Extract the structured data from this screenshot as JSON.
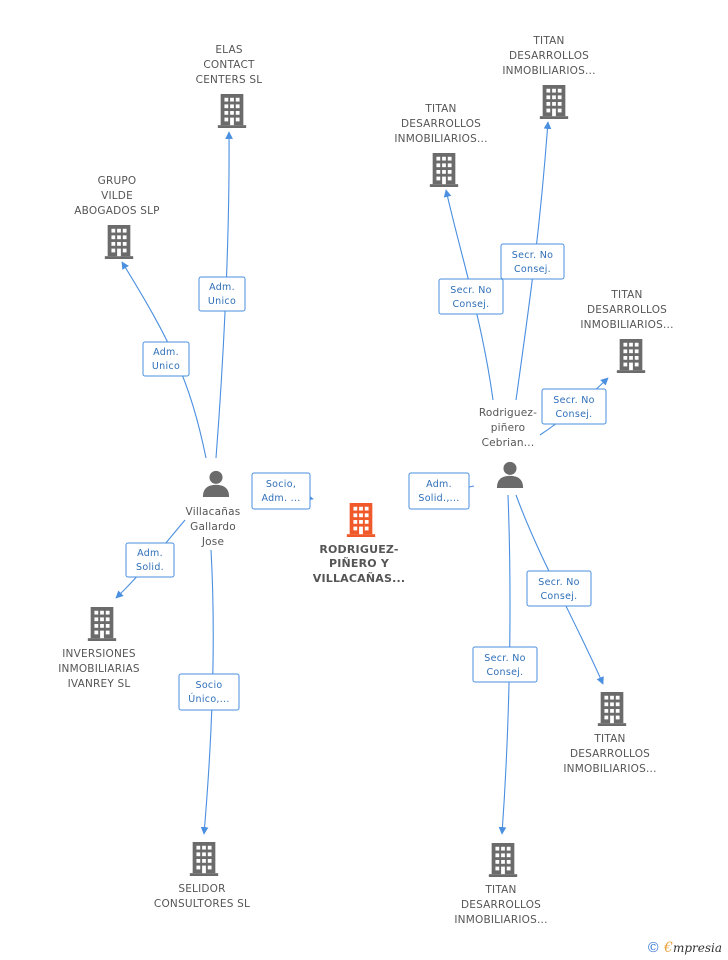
{
  "colors": {
    "edge": "#4a8fe0",
    "building": "#6b6b6b",
    "center": "#f05a2a",
    "person": "#6b6b6b"
  },
  "center": {
    "label": [
      "RODRIGUEZ-",
      "PIÑERO Y",
      "VILLACAÑAS..."
    ],
    "icon": "building-icon"
  },
  "persons": [
    {
      "id": "villacanas",
      "label": [
        "Villacañas",
        "Gallardo",
        "Jose"
      ],
      "icon": "person-icon"
    },
    {
      "id": "rodriguez",
      "label": [
        "Rodriguez-",
        "piñero",
        "Cebrian..."
      ],
      "icon": "person-icon"
    }
  ],
  "companies": [
    {
      "id": "elas",
      "label": [
        "ELAS",
        "CONTACT",
        "CENTERS SL"
      ]
    },
    {
      "id": "grupo_vilde",
      "label": [
        "GRUPO",
        "VILDE",
        "ABOGADOS SLP"
      ]
    },
    {
      "id": "inversiones",
      "label": [
        "INVERSIONES",
        "INMOBILIARIAS",
        "IVANREY  SL"
      ]
    },
    {
      "id": "selidor",
      "label": [
        "SELIDOR",
        "CONSULTORES SL"
      ]
    },
    {
      "id": "titan_top",
      "label": [
        "TITAN",
        "DESARROLLOS",
        "INMOBILIARIOS..."
      ]
    },
    {
      "id": "titan_left",
      "label": [
        "TITAN",
        "DESARROLLOS",
        "INMOBILIARIOS..."
      ]
    },
    {
      "id": "titan_right",
      "label": [
        "TITAN",
        "DESARROLLOS",
        "INMOBILIARIOS..."
      ]
    },
    {
      "id": "titan_lower_right",
      "label": [
        "TITAN",
        "DESARROLLOS",
        "INMOBILIARIOS..."
      ]
    },
    {
      "id": "titan_bottom",
      "label": [
        "TITAN",
        "DESARROLLOS",
        "INMOBILIARIOS..."
      ]
    }
  ],
  "edges": [
    {
      "id": "e_villa_center",
      "label": [
        "Socio,",
        "Adm. ..."
      ]
    },
    {
      "id": "e_rod_center",
      "label": [
        "Adm.",
        "Solid.,..."
      ]
    },
    {
      "id": "e_villa_elas",
      "label": [
        "Adm.",
        "Unico"
      ]
    },
    {
      "id": "e_villa_vilde",
      "label": [
        "Adm.",
        "Unico"
      ]
    },
    {
      "id": "e_villa_inv",
      "label": [
        "Adm.",
        "Solid."
      ]
    },
    {
      "id": "e_villa_selidor",
      "label": [
        "Socio",
        "Único,..."
      ]
    },
    {
      "id": "e_rod_titan_left",
      "label": [
        "Secr.  No",
        "Consej."
      ]
    },
    {
      "id": "e_rod_titan_top",
      "label": [
        "Secr.  No",
        "Consej."
      ]
    },
    {
      "id": "e_rod_titan_right",
      "label": [
        "Secr.  No",
        "Consej."
      ]
    },
    {
      "id": "e_rod_titan_lower_right",
      "label": [
        "Secr.  No",
        "Consej."
      ]
    },
    {
      "id": "e_rod_titan_bottom",
      "label": [
        "Secr.  No",
        "Consej."
      ]
    }
  ],
  "footer": {
    "copyright": "©",
    "brand_initial": "€",
    "brand_rest": "mpresia"
  }
}
